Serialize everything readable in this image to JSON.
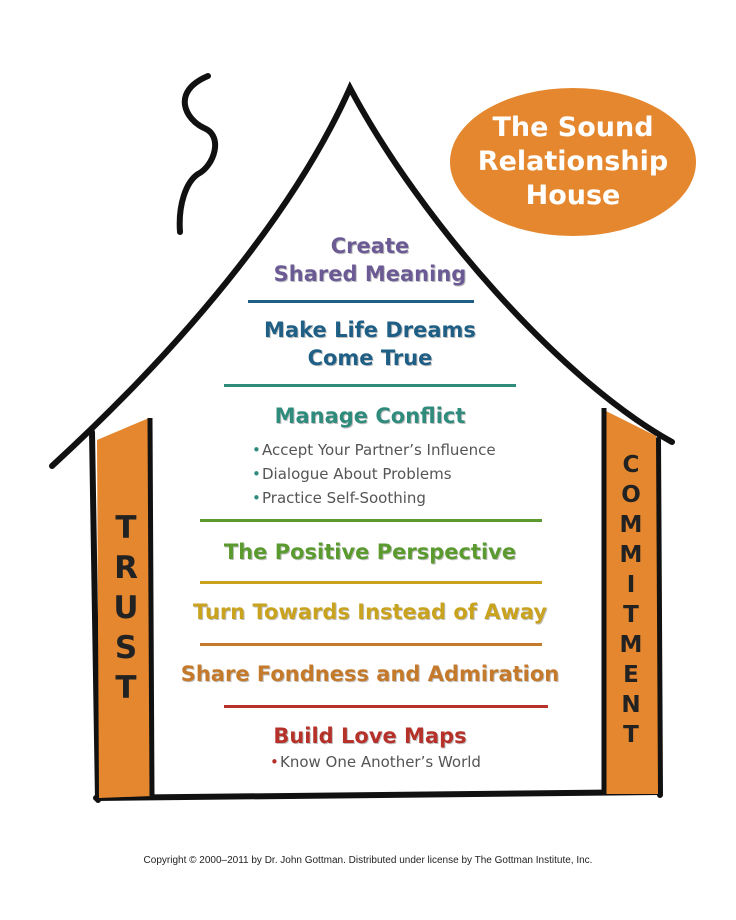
{
  "colors": {
    "orange": "#e5872e",
    "purple": "#6b5a94",
    "navy": "#1f5f86",
    "teal": "#2f8c7d",
    "green": "#5a9a2f",
    "gold": "#c9a21e",
    "rust": "#c47a2a",
    "red": "#b5312a"
  },
  "badge": {
    "text": "The Sound\nRelationship\nHouse"
  },
  "floors": {
    "create_meaning": "Create\nShared Meaning",
    "life_dreams": "Make Life Dreams\nCome True",
    "manage_conflict": {
      "title": "Manage Conflict",
      "bullets": [
        "Accept Your Partner’s Influence",
        "Dialogue About Problems",
        "Practice Self-Soothing"
      ]
    },
    "positive_perspective": "The Positive Perspective",
    "turn_towards": "Turn Towards Instead of Away",
    "fondness": "Share Fondness and Admiration",
    "love_maps": {
      "title": "Build Love Maps",
      "bullets": [
        "Know One Another’s World"
      ]
    }
  },
  "pillars": {
    "left": [
      "T",
      "R",
      "U",
      "S",
      "T"
    ],
    "right": [
      "C",
      "O",
      "M",
      "M",
      "I",
      "T",
      "M",
      "E",
      "N",
      "T"
    ]
  },
  "copyright": "Copyright © 2000–2011 by Dr. John Gottman. Distributed under license by The Gottman Institute, Inc."
}
